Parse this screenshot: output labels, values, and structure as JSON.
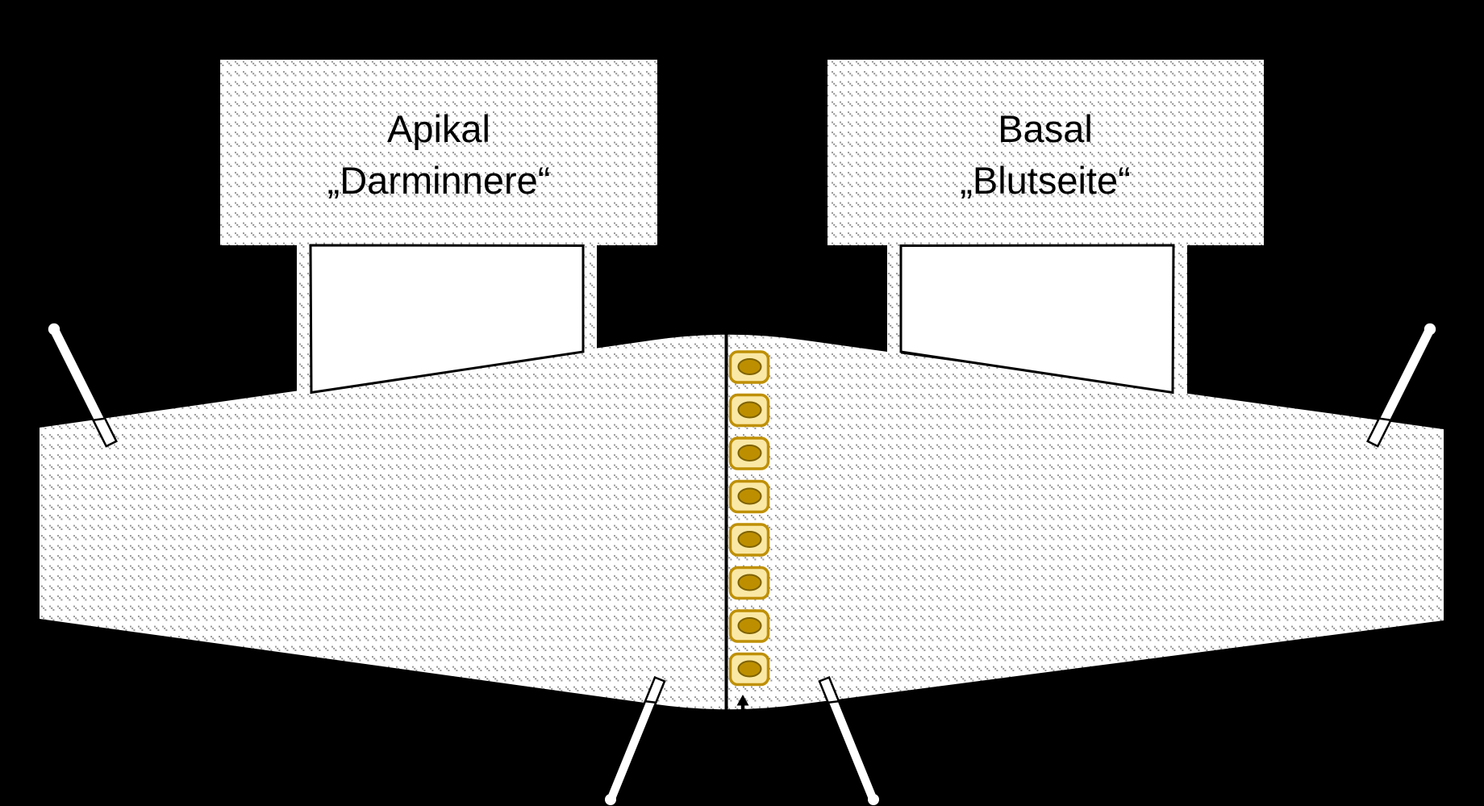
{
  "labels": {
    "apical": {
      "line1": "Apikal",
      "line2": "„Darminnere“"
    },
    "basal": {
      "line1": "Basal",
      "line2": "„Blutseite“"
    }
  },
  "cell_layer": {
    "cell_count": 8
  },
  "colors": {
    "background": "#000000",
    "hatch_background": "#ffffff",
    "hatch_mark": "#999999",
    "outline": "#000000",
    "window_fill": "#ffffff",
    "cell_fill": "#fae8a6",
    "cell_border": "#bf9005",
    "cell_nucleus_fill": "#bd8f00",
    "cell_nucleus_border": "#7e6200",
    "electrode_fill": "#ffffff",
    "membrane_line": "#000000",
    "arrow": "#000000"
  }
}
